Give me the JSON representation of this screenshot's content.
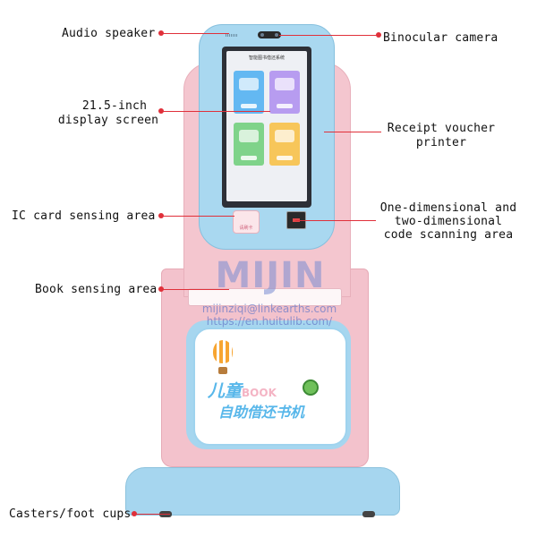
{
  "labels": {
    "audio_speaker": "Audio speaker",
    "binocular_camera": "Binocular camera",
    "display_line1": "21.5-inch",
    "display_line2": "display screen",
    "receipt_line1": "Receipt voucher",
    "receipt_line2": "printer",
    "ic_card": "IC card sensing area",
    "code_line1": "One-dimensional and",
    "code_line2": "two-dimensional",
    "code_line3": "code scanning area",
    "book_sensing": "Book sensing area",
    "casters": "Casters/foot cups"
  },
  "kiosk": {
    "screen_title": "智能图书借还系统",
    "card_area_text": "请刷卡",
    "panel_line1": "儿童",
    "panel_book": "BOOK",
    "panel_line2": "自助借还书机"
  },
  "watermark": {
    "brand": "MIJIN",
    "email": "mijinziqi@linkearths.com",
    "url": "https://en.huitulib.com/"
  },
  "colors": {
    "leader": "#e0303a",
    "kiosk_blue": "#a9d8f0",
    "kiosk_pink": "#f3c2cc"
  }
}
